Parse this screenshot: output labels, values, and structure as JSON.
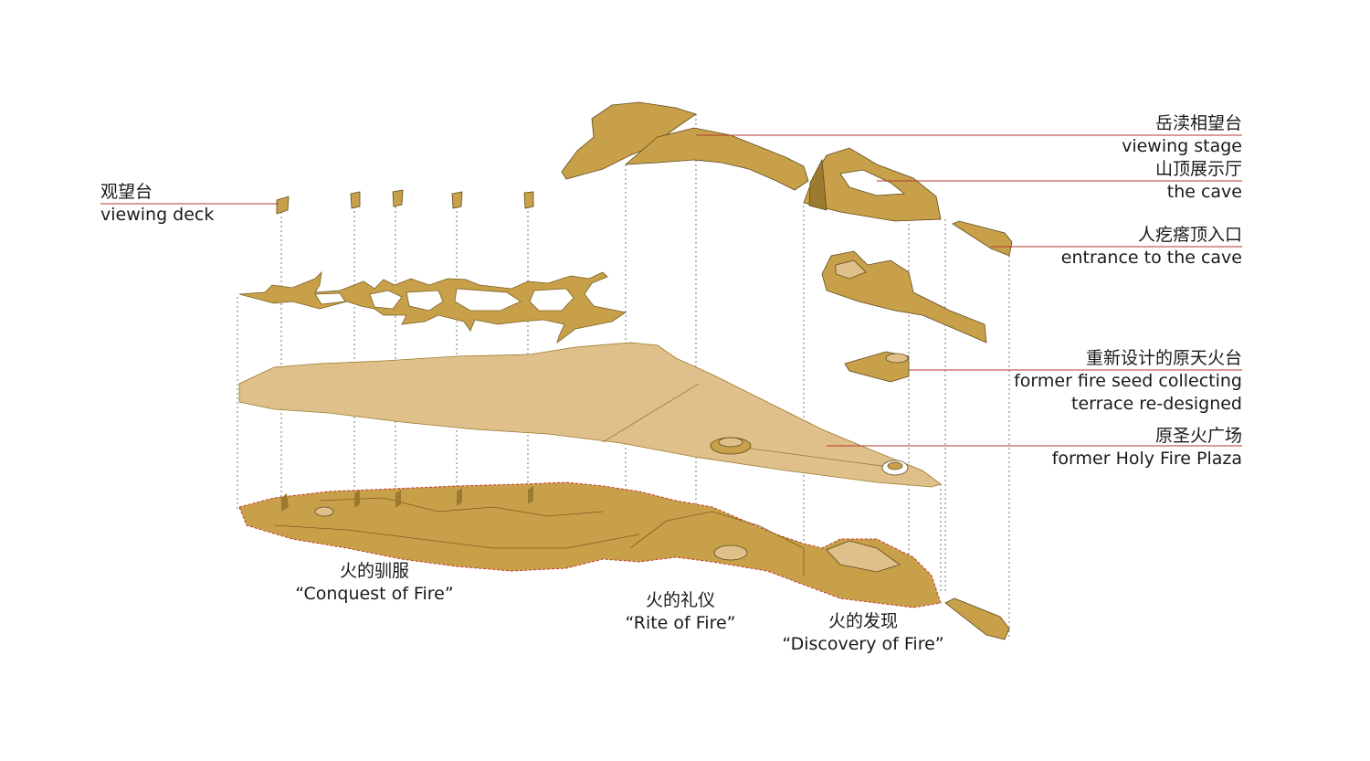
{
  "colors": {
    "massing": "#c9a04a",
    "massing_dark": "#9c7a2e",
    "massing_light": "#dfc08a",
    "outline": "#5e4a1a",
    "leader": "#b03a2e",
    "projection": "#555555"
  },
  "labels": {
    "viewing_deck": {
      "cn": "观望台",
      "en": "viewing deck"
    },
    "viewing_stage": {
      "cn": "岳渎相望台",
      "en": "viewing stage"
    },
    "the_cave": {
      "cn": "山顶展示厅",
      "en": "the cave"
    },
    "cave_entrance": {
      "cn": "人疙瘩顶入口",
      "en": "entrance to the cave"
    },
    "fire_terrace": {
      "cn": "重新设计的原天火台",
      "en1": "former fire seed collecting",
      "en2": "terrace re-designed"
    },
    "holy_fire_plaza": {
      "cn": "原圣火广场",
      "en": "former Holy Fire Plaza"
    }
  },
  "zones": {
    "conquest": {
      "cn": "火的驯服",
      "en": "“Conquest of Fire”"
    },
    "rite": {
      "cn": "火的礼仪",
      "en": "“Rite of Fire”"
    },
    "discovery": {
      "cn": "火的发现",
      "en": "“Discovery of Fire”"
    }
  }
}
